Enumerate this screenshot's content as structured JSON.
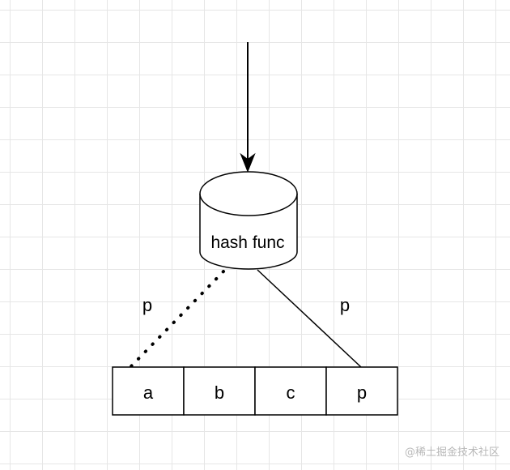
{
  "diagram": {
    "hash_function": {
      "label": "hash func"
    },
    "edges": [
      {
        "id": "dotted-edge",
        "label": "p",
        "style": "dotted"
      },
      {
        "id": "solid-edge",
        "label": "p",
        "style": "solid"
      }
    ],
    "array": {
      "cells": [
        {
          "label": "a"
        },
        {
          "label": "b"
        },
        {
          "label": "c"
        },
        {
          "label": "p"
        }
      ]
    }
  },
  "watermark": {
    "text": "@稀土掘金技术社区"
  },
  "colors": {
    "stroke": "#000000",
    "fill": "#ffffff",
    "grid": "#e6e6e6",
    "watermark": "#b8b8b8"
  }
}
